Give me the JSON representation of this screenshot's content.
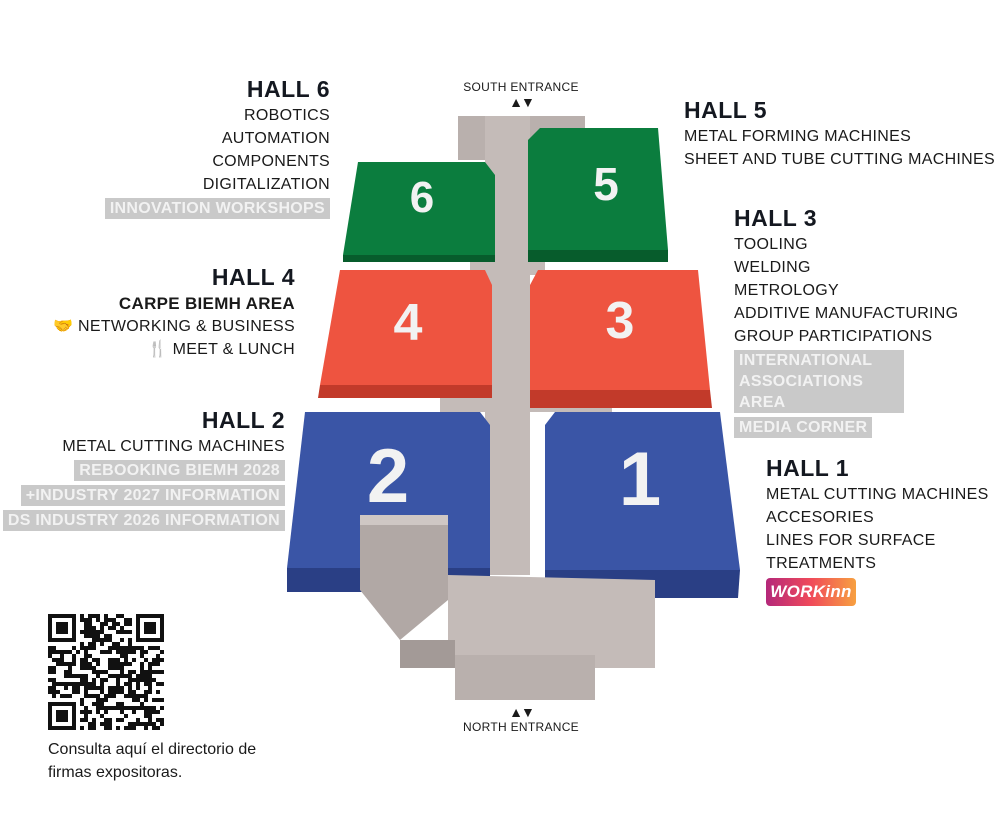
{
  "entrances": {
    "south": "SOUTH ENTRANCE",
    "north": "NORTH ENTRANCE"
  },
  "halls": {
    "h6": {
      "number": "6",
      "title": "HALL 6",
      "items": [
        "ROBOTICS",
        "AUTOMATION",
        "COMPONENTS",
        "DIGITALIZATION"
      ],
      "tags": [
        "INNOVATION WORKSHOPS"
      ]
    },
    "h5": {
      "number": "5",
      "title": "HALL 5",
      "items": [
        "METAL FORMING MACHINES",
        "SHEET AND TUBE CUTTING MACHINES"
      ]
    },
    "h4": {
      "number": "4",
      "title": "HALL 4",
      "subtitle": "CARPE BIEMH AREA",
      "items": [
        "NETWORKING & BUSINESS",
        "MEET & LUNCH"
      ]
    },
    "h3": {
      "number": "3",
      "title": "HALL 3",
      "items": [
        "TOOLING",
        "WELDING",
        "METROLOGY",
        "ADDITIVE MANUFACTURING",
        "GROUP PARTICIPATIONS"
      ],
      "tags": [
        "INTERNATIONAL ASSOCIATIONS AREA",
        "MEDIA CORNER"
      ]
    },
    "h2": {
      "number": "2",
      "title": "HALL 2",
      "items": [
        "METAL CUTTING MACHINES"
      ],
      "tags": [
        "REBOOKING BIEMH 2028",
        "+INDUSTRY 2027 INFORMATION",
        "DS INDUSTRY 2026 INFORMATION"
      ]
    },
    "h1": {
      "number": "1",
      "title": "HALL 1",
      "items": [
        "METAL CUTTING MACHINES",
        "ACCESORIES",
        "LINES FOR SURFACE TREATMENTS"
      ],
      "logo": "WORKinn"
    }
  },
  "qr": {
    "caption": "Consulta aquí el directorio de firmas expositoras."
  },
  "colors": {
    "green": "#0b7d3e",
    "red": "#ee5440",
    "blue": "#3a55a6",
    "gray": "#bdb5b3"
  }
}
